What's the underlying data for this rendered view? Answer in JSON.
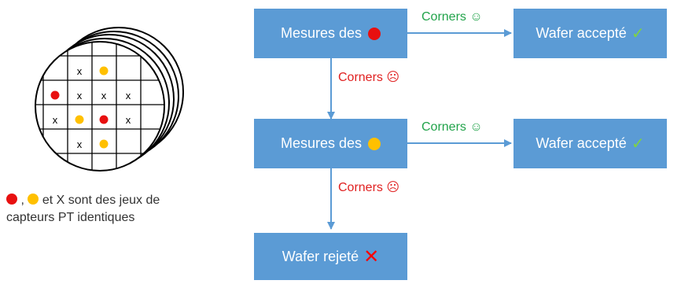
{
  "colors": {
    "box_fill": "#5b9bd5",
    "red_dot": "#e81010",
    "yellow_dot": "#ffc000",
    "green": "#21a34a",
    "red_text": "#e02020",
    "check": "#7fd341",
    "cross": "#ff0000"
  },
  "nodes": {
    "mesures_red": {
      "label": "Mesures des",
      "dot": "red"
    },
    "accepted_1": {
      "label": "Wafer accepté",
      "mark": "✓"
    },
    "mesures_yellow": {
      "label": "Mesures des",
      "dot": "yellow"
    },
    "accepted_2": {
      "label": "Wafer accepté",
      "mark": "✓"
    },
    "rejected": {
      "label": "Wafer rejeté",
      "mark": "✕"
    }
  },
  "edges": {
    "corners_ok_1": "Corners ☺",
    "corners_ko_1": "Corners ☹",
    "corners_ok_2": "Corners ☺",
    "corners_ko_2": "Corners ☹"
  },
  "wafer": {
    "cells": [
      [
        "",
        "x",
        "yellow",
        ""
      ],
      [
        "red",
        "x",
        "x",
        "x"
      ],
      [
        "x",
        "yellow",
        "red",
        "x"
      ],
      [
        "",
        "x",
        "yellow",
        ""
      ]
    ]
  },
  "caption": {
    "separator": ",",
    "text": "et X sont des jeux de capteurs PT identiques"
  }
}
